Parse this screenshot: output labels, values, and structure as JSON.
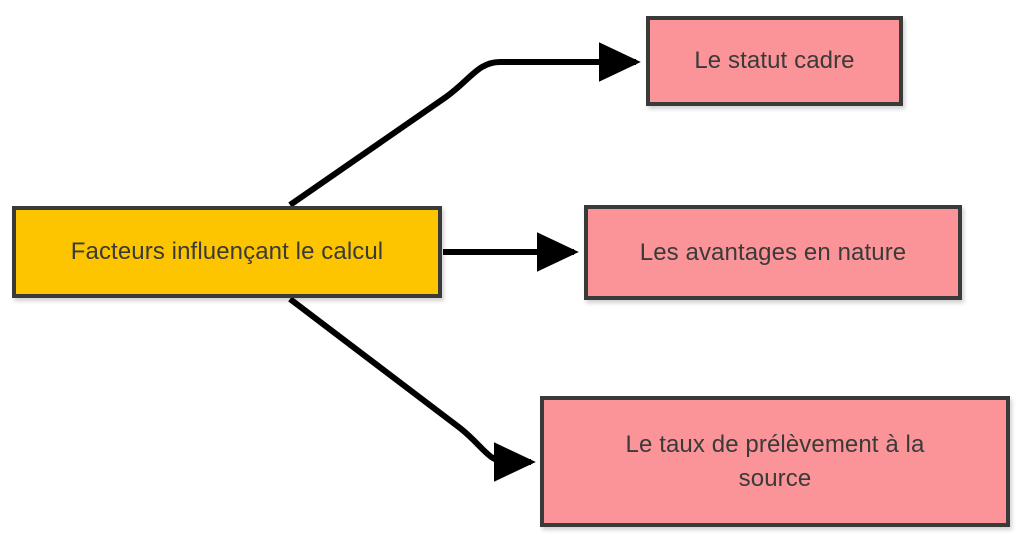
{
  "diagram": {
    "title": "Facteurs influençant le calcul",
    "colors": {
      "root_fill": "#fdc500",
      "branch_fill": "#fb9498",
      "border": "#3a3a38",
      "text": "#3a3a38",
      "background": "#ffffff",
      "connector": "#000000"
    },
    "root": {
      "label": "Facteurs influençant le calcul"
    },
    "branches": [
      {
        "label": "Le statut cadre"
      },
      {
        "label": "Les avantages en nature"
      },
      {
        "label": "Le taux de prélèvement à la\nsource"
      }
    ],
    "connectors": [
      {
        "name": "root-to-statut-cadre",
        "style": "curved-arrow"
      },
      {
        "name": "root-to-avantages-en-nature",
        "style": "straight-arrow"
      },
      {
        "name": "root-to-taux-prelevement",
        "style": "curved-arrow"
      }
    ]
  }
}
